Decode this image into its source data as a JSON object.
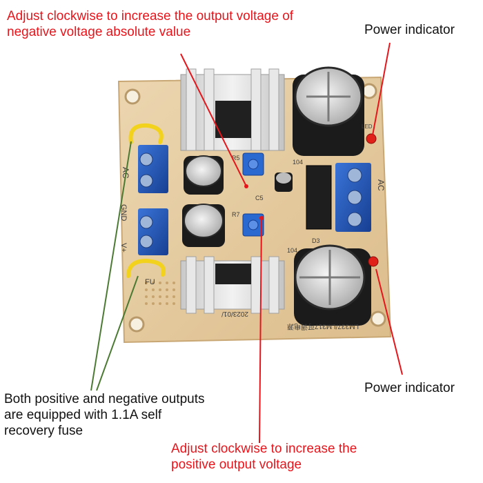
{
  "annotations": {
    "negative_adjust": "Adjust clockwise to increase the output voltage of negative voltage absolute value",
    "power_indicator_top": "Power indicator",
    "power_indicator_bottom": "Power indicator",
    "fuse_note": "Both positive and negative outputs are equipped with 1.1A self recovery fuse",
    "positive_adjust": "Adjust clockwise to increase the positive output voltage"
  },
  "board_silkscreen": {
    "ac_left": "AC",
    "ac_right": "AC",
    "fu": "FU",
    "gnd": "GND",
    "v_plus": "V+",
    "c5": "C5",
    "r5": "R5",
    "r7": "R7",
    "d3": "D3",
    "cap_104_a": "104",
    "cap_104_b": "104",
    "led_label": "LED",
    "model_line": "LM337/LM317可调电源",
    "version": "2023/01/"
  },
  "colors": {
    "pcb": "#e3c9a0",
    "pcb_edge": "#c9a774",
    "terminal_blue": "#1f56b8",
    "heatsink": "#dcdcdc",
    "cap_black": "#1b1b1b",
    "cap_sleeve": "#cfcfcf",
    "fuse_yellow": "#f2d21c",
    "led_red": "#e0211a",
    "annotation_red": "#e8141b",
    "pointer_red": "#e6141b",
    "pointer_dark": "#4a7a32"
  }
}
